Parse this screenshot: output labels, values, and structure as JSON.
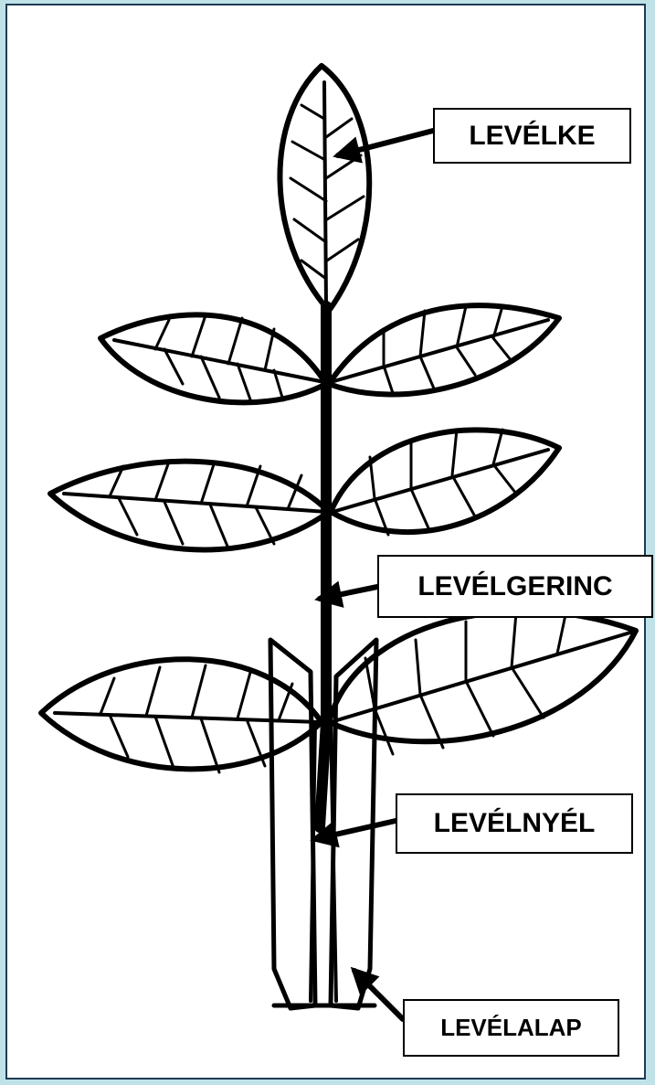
{
  "labels": {
    "leaflet": "LEVÉLKE",
    "rachis": "LEVÉLGERINC",
    "petiole": "LEVÉLNYÉL",
    "leaf_base": "LEVÉLALAP"
  },
  "colors": {
    "background": "#bfe2e8",
    "panel": "#ffffff",
    "ink": "#000000",
    "border": "#1f3a55"
  }
}
